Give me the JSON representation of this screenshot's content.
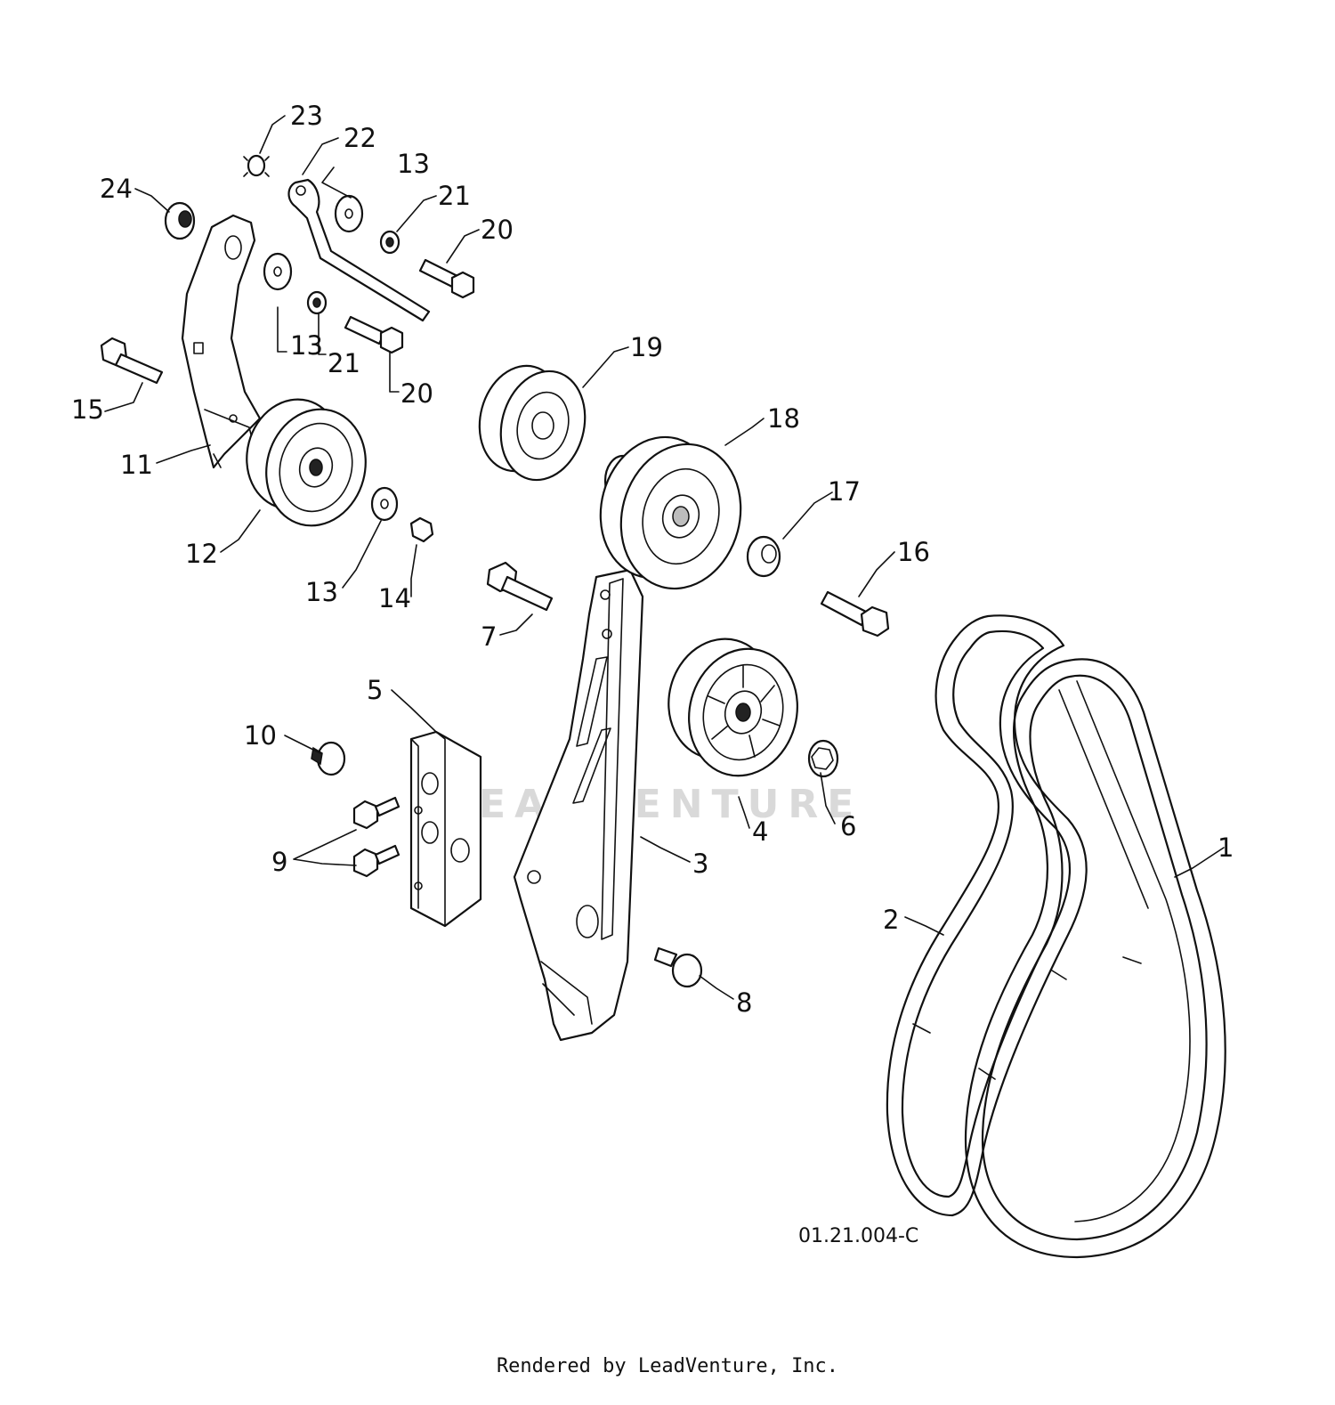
{
  "callouts": [
    {
      "id": "l1",
      "text": "1"
    },
    {
      "id": "l2",
      "text": "2"
    },
    {
      "id": "l3",
      "text": "3"
    },
    {
      "id": "l4",
      "text": "4"
    },
    {
      "id": "l5",
      "text": "5"
    },
    {
      "id": "l6",
      "text": "6"
    },
    {
      "id": "l7",
      "text": "7"
    },
    {
      "id": "l8",
      "text": "8"
    },
    {
      "id": "l9",
      "text": "9"
    },
    {
      "id": "l10",
      "text": "10"
    },
    {
      "id": "l11",
      "text": "11"
    },
    {
      "id": "l12",
      "text": "12"
    },
    {
      "id": "l13a",
      "text": "13"
    },
    {
      "id": "l13b",
      "text": "13"
    },
    {
      "id": "l13c",
      "text": "13"
    },
    {
      "id": "l14",
      "text": "14"
    },
    {
      "id": "l15",
      "text": "15"
    },
    {
      "id": "l16",
      "text": "16"
    },
    {
      "id": "l17",
      "text": "17"
    },
    {
      "id": "l18",
      "text": "18"
    },
    {
      "id": "l19",
      "text": "19"
    },
    {
      "id": "l20a",
      "text": "20"
    },
    {
      "id": "l20b",
      "text": "20"
    },
    {
      "id": "l21a",
      "text": "21"
    },
    {
      "id": "l21b",
      "text": "21"
    },
    {
      "id": "l22",
      "text": "22"
    },
    {
      "id": "l23",
      "text": "23"
    },
    {
      "id": "l24",
      "text": "24"
    }
  ],
  "drawing_code": "01.21.004-C",
  "watermark": "LEADVENTURE",
  "credit": "Rendered by LeadVenture, Inc."
}
